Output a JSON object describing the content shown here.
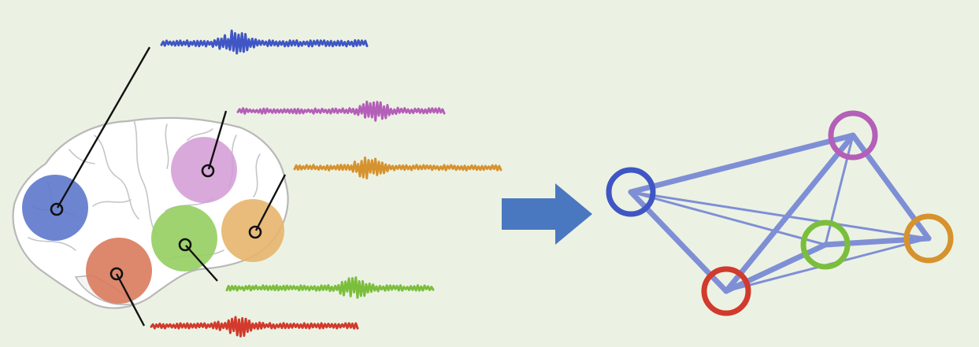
{
  "colors": {
    "background": "#ecf2e3",
    "edge": "#7f8fd6",
    "arrow": "#4a78c0"
  },
  "regions": [
    {
      "id": "blue",
      "color": "#3f56c4",
      "fill": "#5d78cc",
      "node_order": 0
    },
    {
      "id": "purple",
      "color": "#b45fb8",
      "fill": "#d49ad6",
      "node_order": 1
    },
    {
      "id": "orange",
      "color": "#d6922e",
      "fill": "#e7b56e",
      "node_order": 2
    },
    {
      "id": "green",
      "color": "#7bbe3c",
      "fill": "#94ce5f",
      "node_order": 3
    },
    {
      "id": "red",
      "color": "#d13a2c",
      "fill": "#d97a5c",
      "node_order": 4
    }
  ],
  "network": {
    "nodes": [
      "blue",
      "purple",
      "orange",
      "green",
      "red"
    ],
    "edges": [
      {
        "from": "blue",
        "to": "purple",
        "weight": "strong"
      },
      {
        "from": "blue",
        "to": "red",
        "weight": "strong"
      },
      {
        "from": "purple",
        "to": "orange",
        "weight": "strong"
      },
      {
        "from": "red",
        "to": "purple",
        "weight": "strong"
      },
      {
        "from": "red",
        "to": "green",
        "weight": "strong"
      },
      {
        "from": "green",
        "to": "orange",
        "weight": "strong"
      },
      {
        "from": "blue",
        "to": "green",
        "weight": "weak"
      },
      {
        "from": "blue",
        "to": "orange",
        "weight": "weak"
      },
      {
        "from": "purple",
        "to": "green",
        "weight": "weak"
      },
      {
        "from": "red",
        "to": "orange",
        "weight": "weak"
      }
    ]
  }
}
